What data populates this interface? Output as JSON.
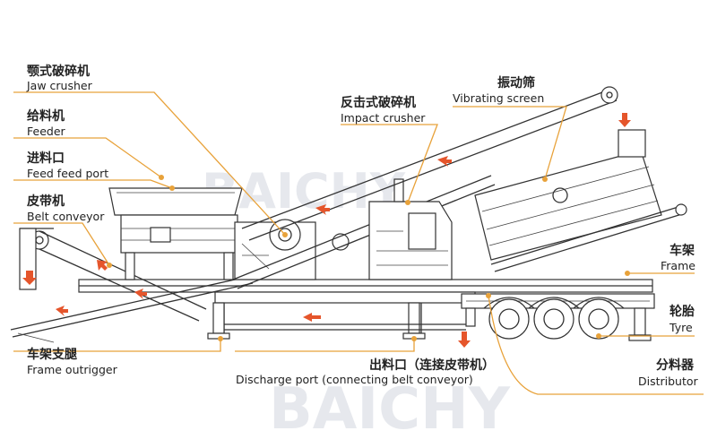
{
  "watermark": {
    "brand_top": "BAICHY",
    "brand_bottom": "BAICHY"
  },
  "labels": {
    "jaw_crusher": {
      "cn": "颚式破碎机",
      "en": "Jaw crusher"
    },
    "feeder": {
      "cn": "给料机",
      "en": "Feeder"
    },
    "feed_port": {
      "cn": "进料口",
      "en": "Feed feed port"
    },
    "belt_conveyor": {
      "cn": "皮带机",
      "en": "Belt conveyor"
    },
    "impact_crusher": {
      "cn": "反击式破碎机",
      "en": "Impact crusher"
    },
    "vibrating_screen": {
      "cn": "振动筛",
      "en": "Vibrating screen"
    },
    "frame": {
      "cn": "车架",
      "en": "Frame"
    },
    "tyre": {
      "cn": "轮胎",
      "en": "Tyre"
    },
    "frame_outrigger": {
      "cn": "车架支腿",
      "en": "Frame outrigger"
    },
    "discharge_port": {
      "cn": "出料口（连接皮带机）",
      "en": "Discharge port (connecting belt conveyor)"
    },
    "distributor": {
      "cn": "分料器",
      "en": "Distributor"
    }
  },
  "colors": {
    "leader": "#e8a23a",
    "flow_arrow": "#e5552b",
    "machine_line": "#333333",
    "watermark": "#c9ced8"
  }
}
